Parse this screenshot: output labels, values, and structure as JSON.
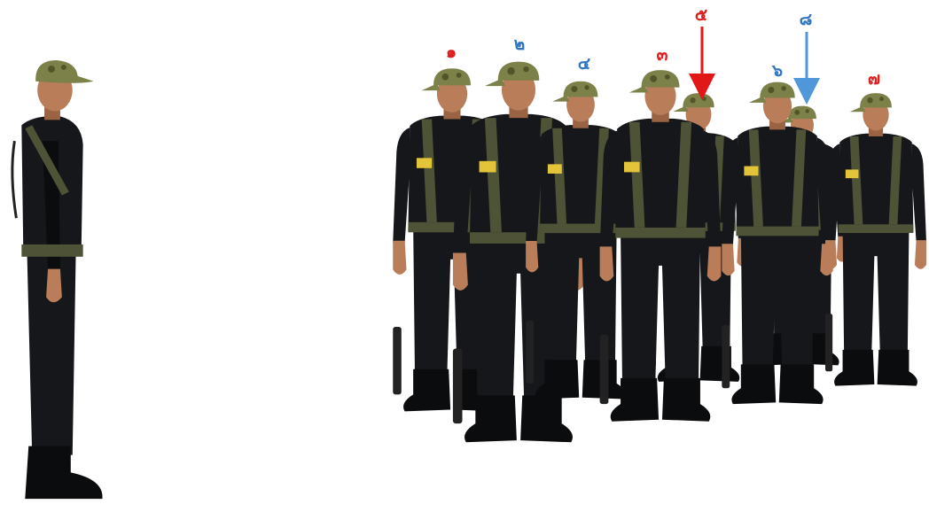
{
  "image": {
    "alt": ""
  },
  "colors": {
    "background": "#ffffff",
    "uniform": "#15171a",
    "uniform_shade": "#0b0c0e",
    "strap": "#4e5236",
    "cap": "#7c8049",
    "cap_spot": "#525528",
    "skin": "#b97d5a",
    "skin_shade": "#9a6444",
    "badge": "#e3c33a",
    "red_label": "#e02020",
    "blue_label": "#2f76c2",
    "red_arrow": "#e01818",
    "blue_arrow": "#4f97d8"
  },
  "labels": [
    {
      "text": "๑",
      "color": "red"
    },
    {
      "text": "๒",
      "color": "blue"
    },
    {
      "text": "๔",
      "color": "blue"
    },
    {
      "text": "๓",
      "color": "red"
    },
    {
      "text": "๕",
      "color": "red"
    },
    {
      "text": "๖",
      "color": "blue"
    },
    {
      "text": "๘",
      "color": "blue"
    },
    {
      "text": "๗",
      "color": "red"
    }
  ]
}
